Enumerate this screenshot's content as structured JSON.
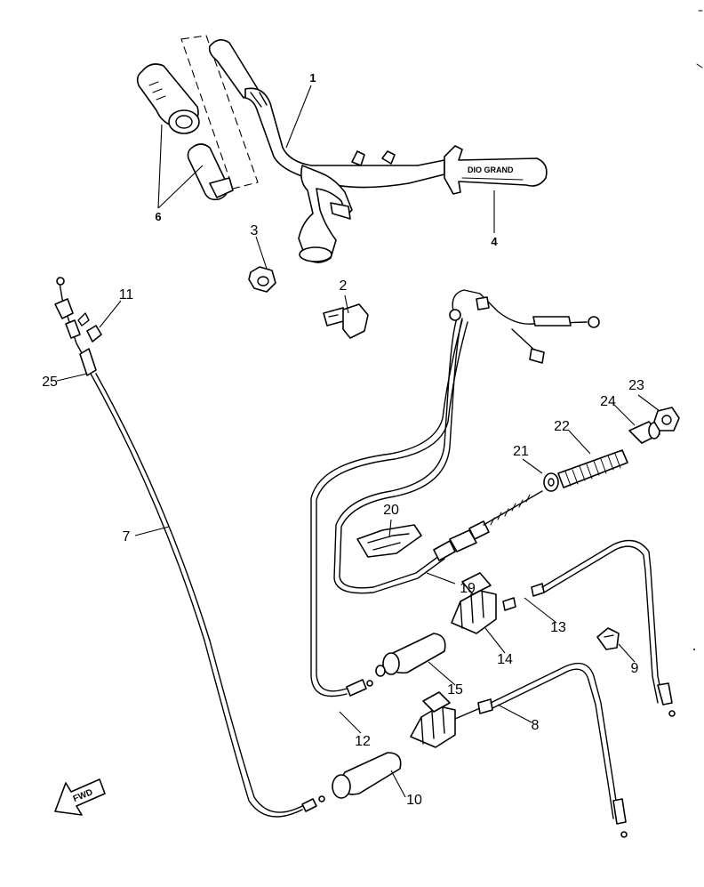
{
  "diagram": {
    "title": "Handlebar and Cable Assembly",
    "labels": {
      "p1": "1",
      "p2": "2",
      "p3": "3",
      "p4": "4",
      "p6": "6",
      "p7": "7",
      "p8": "8",
      "p9": "9",
      "p10": "10",
      "p11": "11",
      "p12": "12",
      "p13": "13",
      "p14": "14",
      "p15": "15",
      "p19": "19",
      "p20": "20",
      "p21": "21",
      "p22": "22",
      "p23": "23",
      "p24": "24",
      "p25": "25"
    },
    "grip_lettering": "DIO GRAND",
    "fwd_badge": "FWD"
  }
}
